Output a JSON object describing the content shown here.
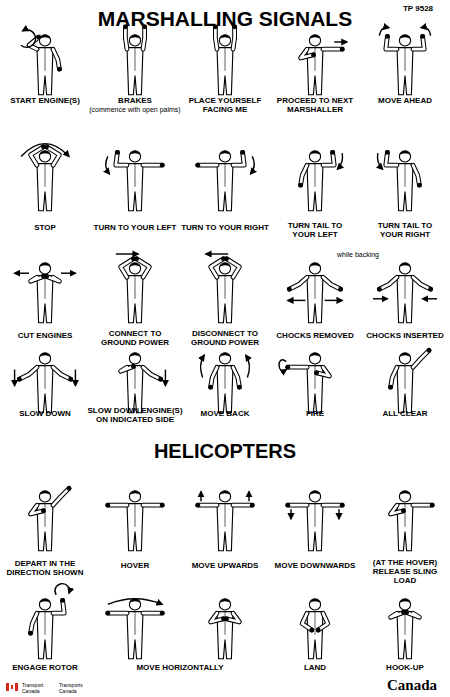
{
  "diagram": {
    "title": "MARSHALLING SIGNALS",
    "labels": [
      "TP 9528",
      "START ENGINE(S)",
      "BRAKES",
      "(commence with open palms)",
      "PLACE YOURSELF FACING ME",
      "PROCEED TO NEXT MARSHALLER",
      "MOVE AHEAD",
      "STOP",
      "TURN TO YOUR LEFT",
      "TURN TO YOUR RIGHT",
      "TURN TAIL TO YOUR LEFT",
      "TURN TAIL TO YOUR RIGHT",
      "while backing",
      "CUT ENGINES",
      "CONNECT TO GROUND POWER",
      "DISCONNECT TO GROUND POWER",
      "CHOCKS REMOVED",
      "CHOCKS INSERTED",
      "SLOW DOWN",
      "SLOW DOWN ENGINE(S) ON INDICATED SIDE",
      "MOVE BACK",
      "FIRE",
      "ALL CLEAR",
      "HELICOPTERS",
      "DEPART IN THE DIRECTION SHOWN",
      "HOVER",
      "MOVE UPWARDS",
      "MOVE DOWNWARDS",
      "(AT THE HOVER) RELEASE SLING LOAD",
      "ENGAGE ROTOR",
      "MOVE HORIZONTALLY",
      "LAND",
      "HOOK-UP",
      "Transport Canada",
      "Transports Canada",
      "Canada"
    ]
  }
}
